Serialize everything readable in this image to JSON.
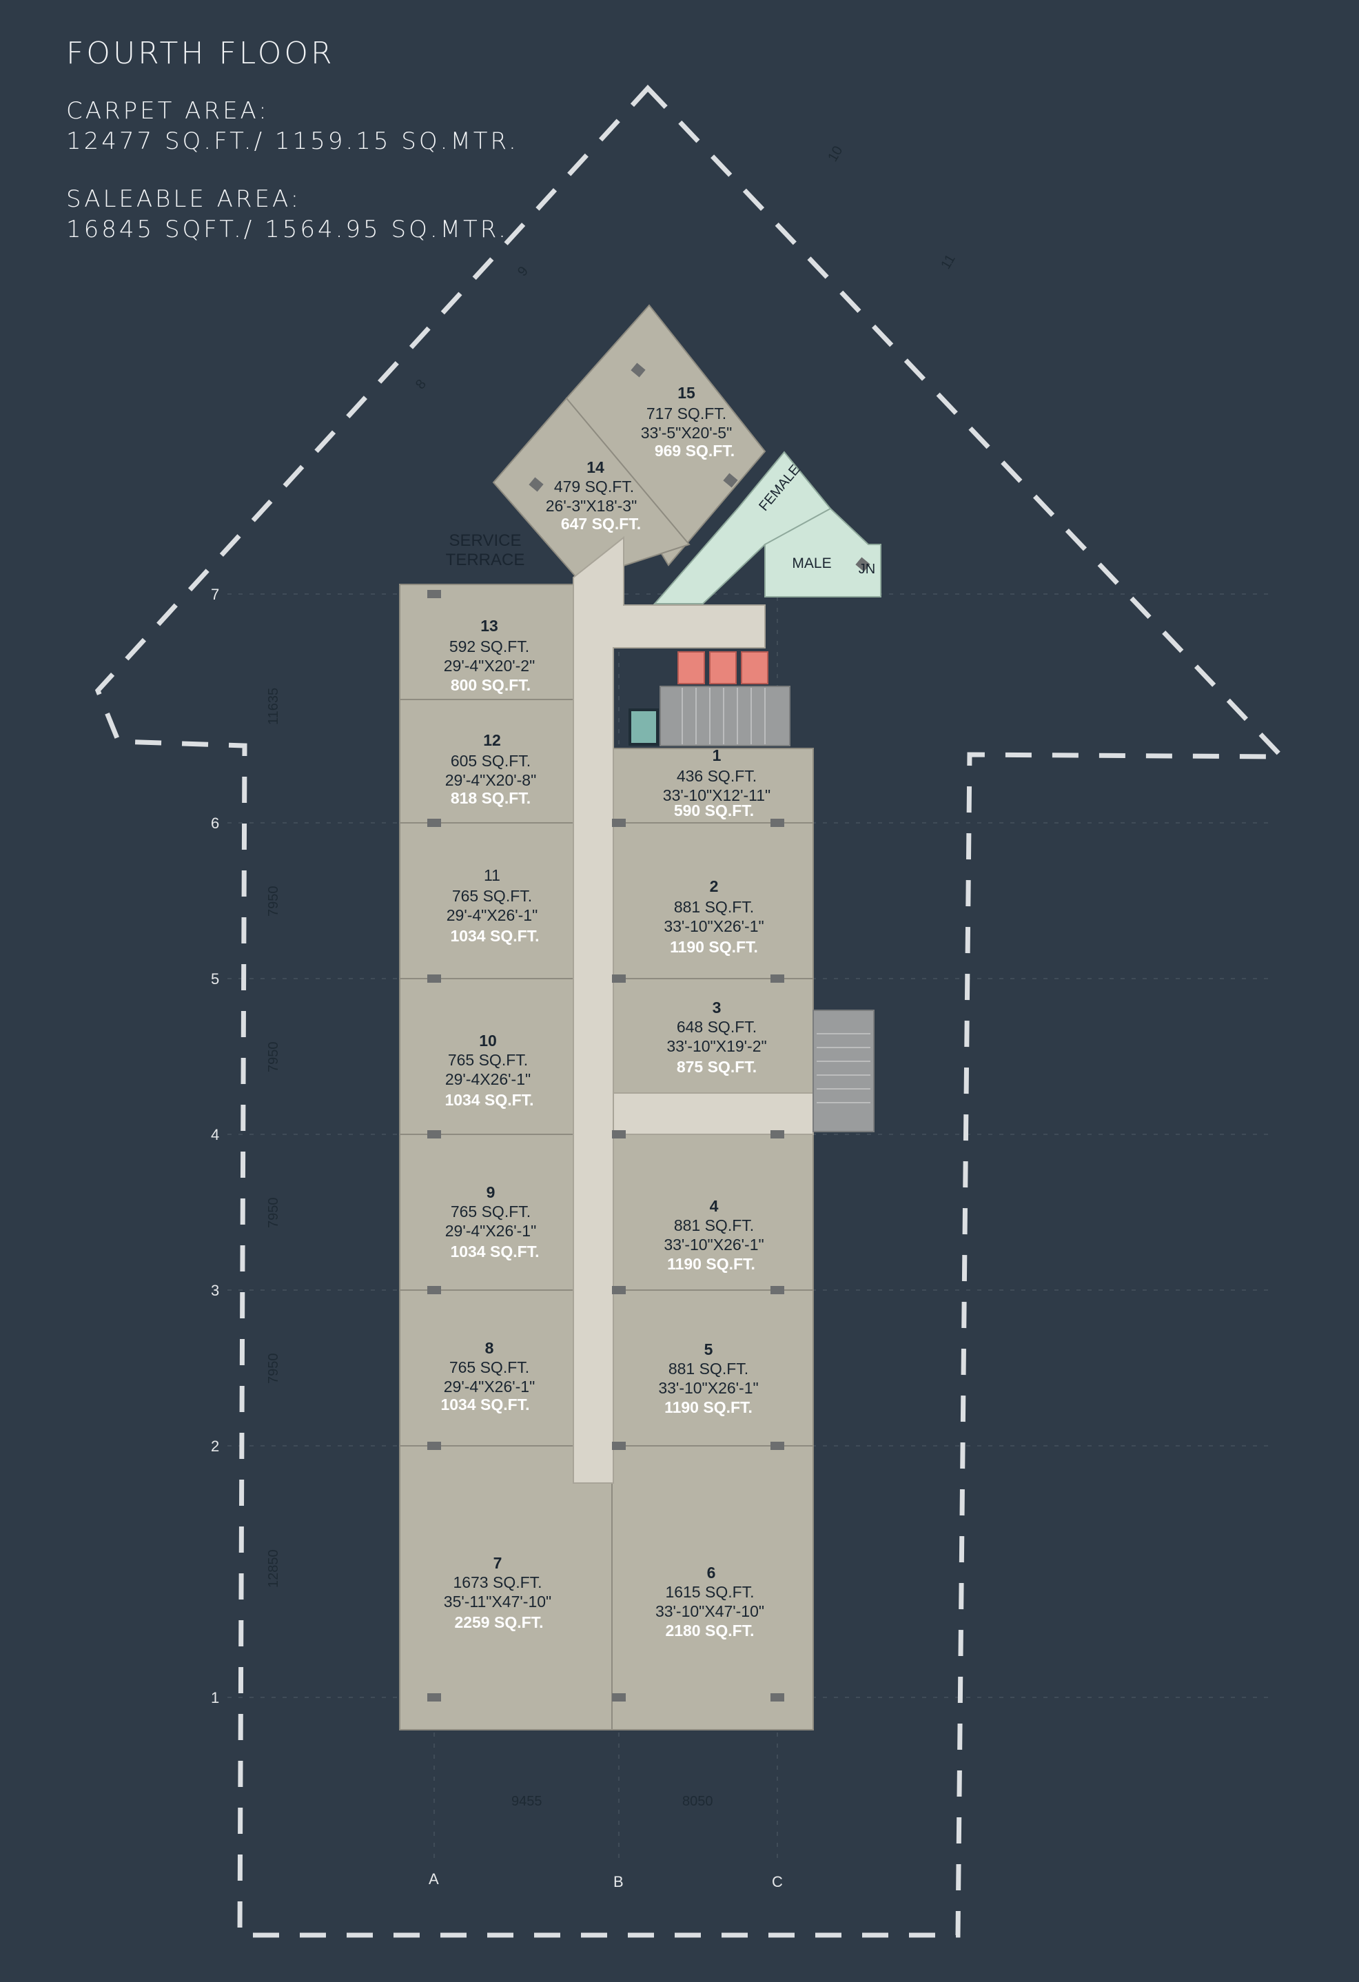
{
  "header": {
    "title": "FOURTH FLOOR",
    "carpet_label": "CARPET AREA:",
    "carpet_value": "12477 SQ.FT./ 1159.15 SQ.MTR.",
    "saleable_label": "SALEABLE AREA:",
    "saleable_value": "16845 SQFT./ 1564.95 SQ.MTR."
  },
  "labels": {
    "service_terrace_1": "SERVICE",
    "service_terrace_2": "TERRACE",
    "female": "FEMALE",
    "male": "MALE",
    "jn": "JN"
  },
  "grid": {
    "rows": [
      "7",
      "6",
      "5",
      "4",
      "3",
      "2",
      "1"
    ],
    "cols": [
      "A",
      "B",
      "C"
    ],
    "row_dims": [
      "11635",
      "7950",
      "7950",
      "7950",
      "7950",
      "12850"
    ],
    "col_dims": [
      "9455",
      "8050"
    ],
    "diag": [
      "8",
      "9",
      "10",
      "11"
    ]
  },
  "colors": {
    "background": "#2f3b48",
    "unit": "#b7b4a6",
    "corridor": "#d9d5ca",
    "toilet": "#cfe6d9",
    "lift": "#e8857b",
    "service_lift": "#7fb5ad",
    "stair": "#9a9c9d",
    "boundary": "#dcdfe2"
  },
  "units": [
    {
      "id": "1",
      "area": "436 SQ.FT.",
      "dims": "33'-10\"X12'-11\"",
      "saleable": "590 SQ.FT."
    },
    {
      "id": "2",
      "area": "881 SQ.FT.",
      "dims": "33'-10\"X26'-1\"",
      "saleable": "1190 SQ.FT."
    },
    {
      "id": "3",
      "area": "648 SQ.FT.",
      "dims": "33'-10\"X19'-2\"",
      "saleable": "875 SQ.FT."
    },
    {
      "id": "4",
      "area": "881 SQ.FT.",
      "dims": "33'-10\"X26'-1\"",
      "saleable": "1190 SQ.FT."
    },
    {
      "id": "5",
      "area": "881 SQ.FT.",
      "dims": "33'-10\"X26'-1\"",
      "saleable": "1190 SQ.FT."
    },
    {
      "id": "6",
      "area": "1615 SQ.FT.",
      "dims": "33'-10\"X47'-10\"",
      "saleable": "2180 SQ.FT."
    },
    {
      "id": "7",
      "area": "1673 SQ.FT.",
      "dims": "35'-11\"X47'-10\"",
      "saleable": "2259 SQ.FT."
    },
    {
      "id": "8",
      "area": "765 SQ.FT.",
      "dims": "29'-4\"X26'-1\"",
      "saleable": "1034 SQ.FT."
    },
    {
      "id": "9",
      "area": "765 SQ.FT.",
      "dims": "29'-4\"X26'-1\"",
      "saleable": "1034 SQ.FT."
    },
    {
      "id": "10",
      "area": "765 SQ.FT.",
      "dims": "29'-4X26'-1\"",
      "saleable": "1034 SQ.FT."
    },
    {
      "id": "11",
      "area": "765 SQ.FT.",
      "dims": "29'-4\"X26'-1\"",
      "saleable": "1034 SQ.FT."
    },
    {
      "id": "12",
      "area": "605 SQ.FT.",
      "dims": "29'-4\"X20'-8\"",
      "saleable": "818 SQ.FT."
    },
    {
      "id": "13",
      "area": "592 SQ.FT.",
      "dims": "29'-4\"X20'-2\"",
      "saleable": "800 SQ.FT."
    },
    {
      "id": "14",
      "area": "479 SQ.FT.",
      "dims": "26'-3\"X18'-3\"",
      "saleable": "647 SQ.FT."
    },
    {
      "id": "15",
      "area": "717 SQ.FT.",
      "dims": "33'-5\"X20'-5\"",
      "saleable": "969 SQ.FT."
    }
  ]
}
